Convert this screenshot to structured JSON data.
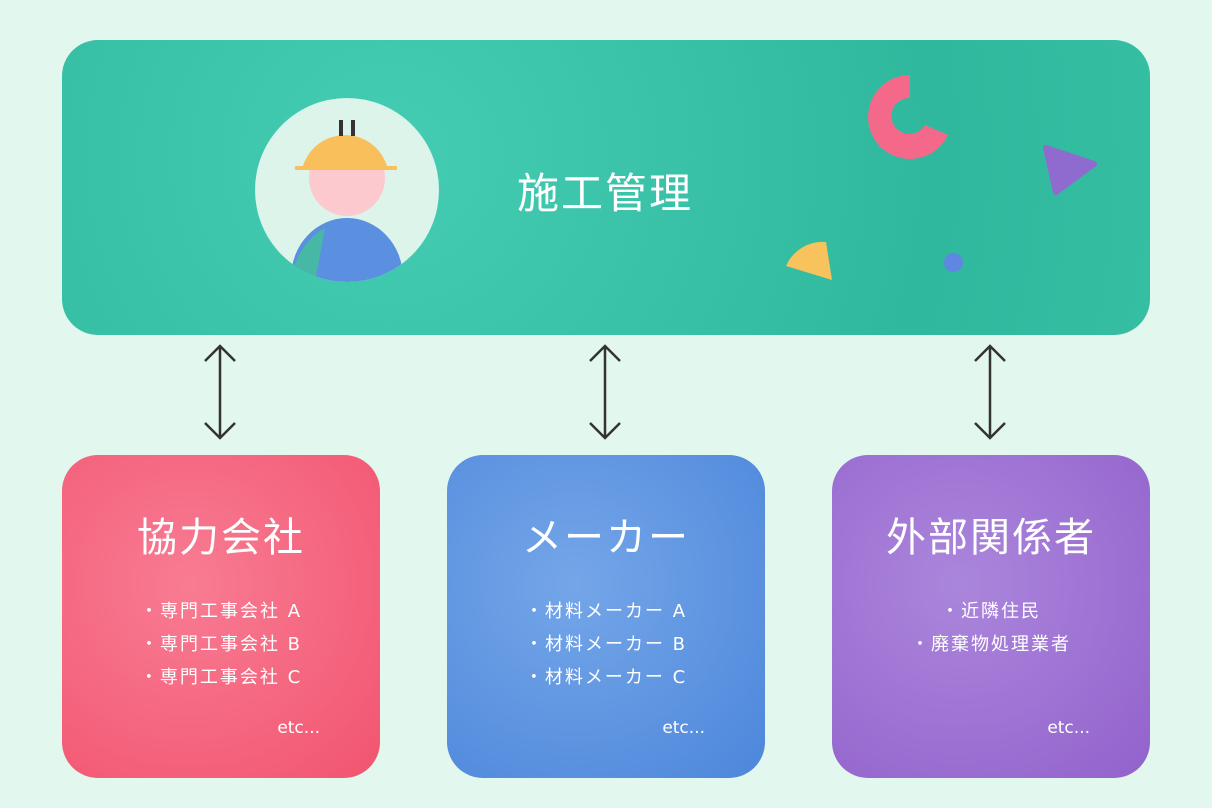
{
  "center": {
    "title": "施工管理",
    "icon": "construction-worker-icon"
  },
  "groups": [
    {
      "title": "協力会社",
      "items": [
        "・専門工事会社 A",
        "・専門工事会社 B",
        "・専門工事会社 C"
      ],
      "etc": "etc...",
      "color": "#f4607e"
    },
    {
      "title": "メーカー",
      "items": [
        "・材料メーカー A",
        "・材料メーカー B",
        "・材料メーカー C"
      ],
      "etc": "etc...",
      "color": "#5b93e1"
    },
    {
      "title": "外部関係者",
      "items": [
        "・近隣住民",
        "・廃棄物処理業者"
      ],
      "etc": "etc...",
      "color": "#9c6fd2"
    }
  ]
}
